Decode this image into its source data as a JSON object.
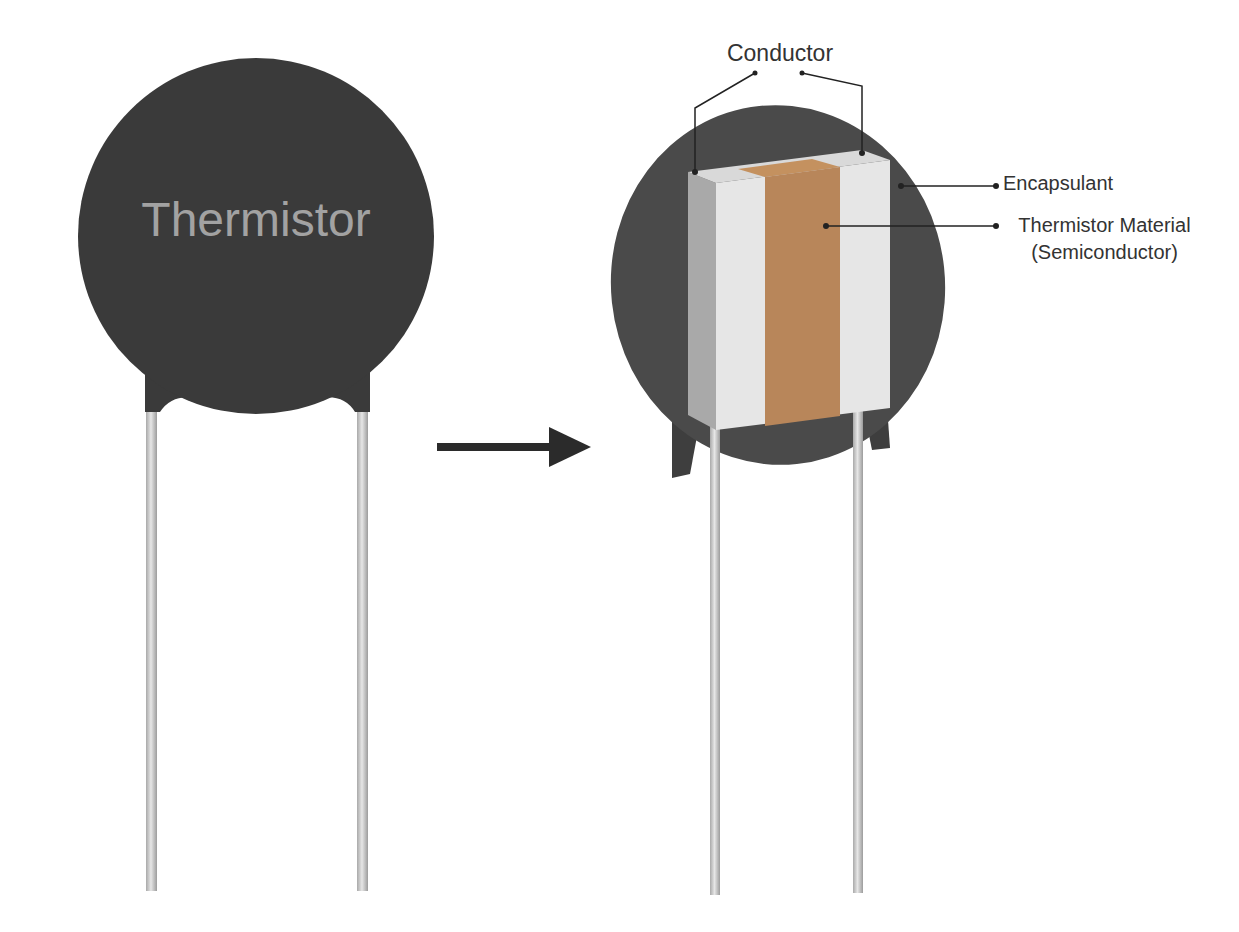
{
  "diagram": {
    "nodes": [
      {
        "text": [
          "Thermistor"
        ]
      }
    ],
    "labels": [
      "Conductor",
      "Encapsulant",
      "Thermistor Material (Semiconductor)"
    ]
  }
}
